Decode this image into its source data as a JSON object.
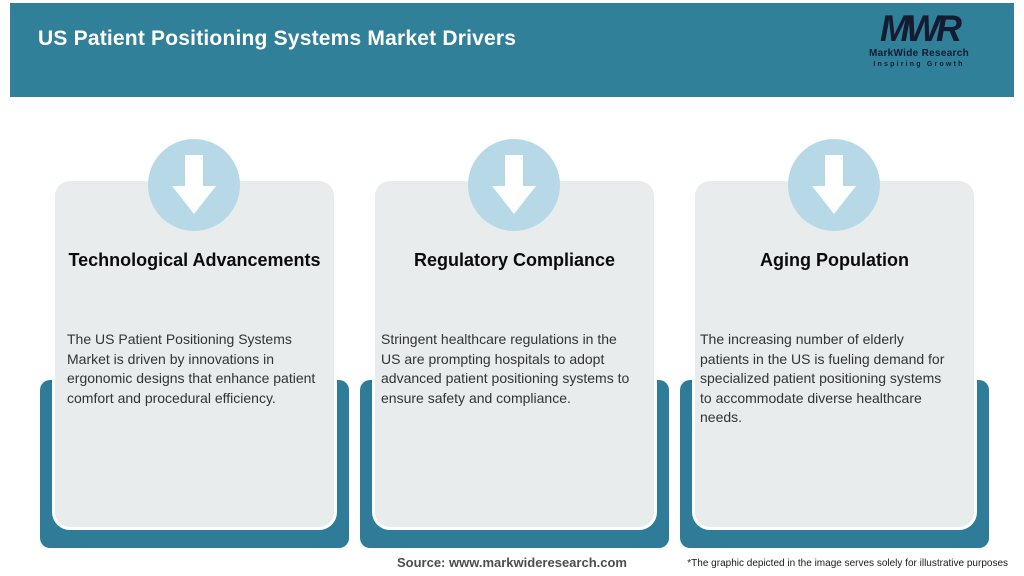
{
  "header": {
    "title": "US Patient Positioning Systems Market Drivers",
    "logo": {
      "monogram": "MWR",
      "name": "MarkWide Research",
      "tagline": "Inspiring Growth"
    }
  },
  "cards": [
    {
      "icon": "down-arrow-icon",
      "title": "Technological Advancements",
      "body": "The US Patient Positioning Systems Market is driven by innovations in ergonomic designs that enhance patient comfort and procedural efficiency."
    },
    {
      "icon": "down-arrow-icon",
      "title": "Regulatory Compliance",
      "body": "Stringent healthcare regulations in the US are prompting hospitals to adopt advanced patient positioning systems to ensure safety and compliance."
    },
    {
      "icon": "down-arrow-icon",
      "title": "Aging Population",
      "body": "The increasing number of elderly patients in the US is fueling demand for specialized patient positioning systems to accommodate diverse healthcare needs."
    }
  ],
  "footer": {
    "source": "Source: www.markwideresearch.com",
    "disclaimer": "*The graphic depicted in the image serves solely for illustrative purposes"
  },
  "colors": {
    "header_teal": "#31809A",
    "shadow_teal": "#2E7C97",
    "circle_blue": "#B7D8E6",
    "card_gray": "#E9ECEC",
    "logo_navy": "#131C30"
  }
}
